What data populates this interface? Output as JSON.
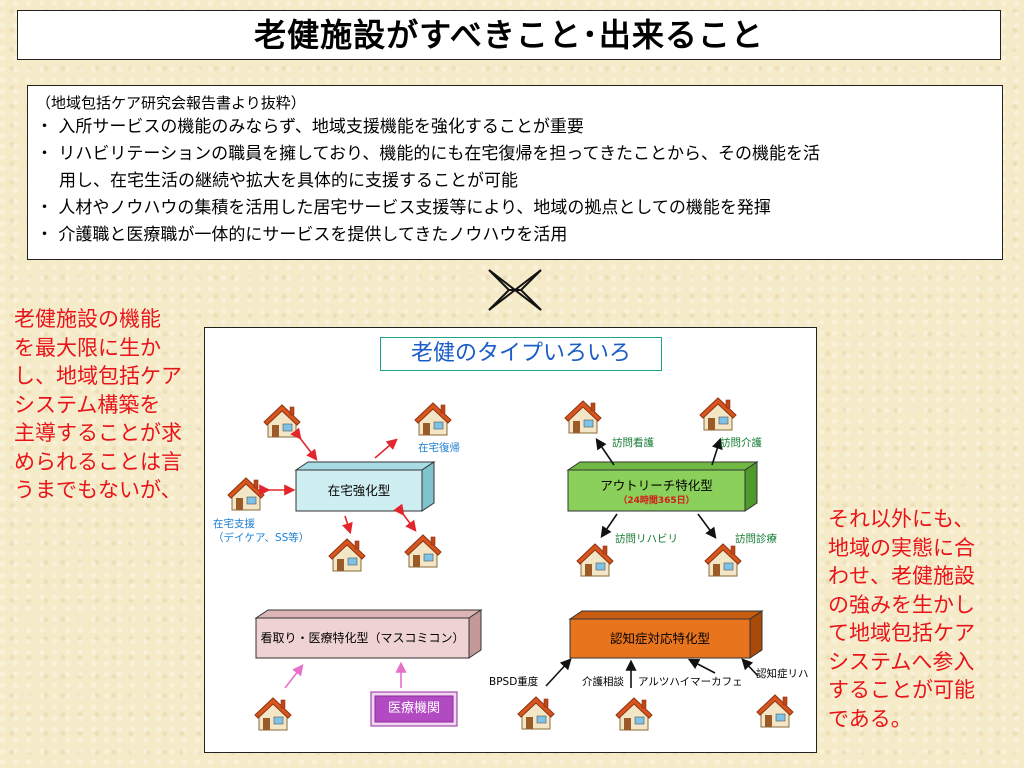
{
  "title": "老健施設がすべきこと･出来ること",
  "excerpt": {
    "source": "（地域包括ケア研究会報告書より抜粋）",
    "bullets": [
      "・ 入所サービスの機能のみならず、地域支援機能を強化することが重要",
      "・  リハビリテーションの職員を擁しており、機能的にも在宅復帰を担ってきたことから、その機能を活",
      "用し、在宅生活の継続や拡大を具体的に支援することが可能",
      "・  人材やノウハウの集積を活用した居宅サービス支援等により、地域の拠点としての機能を発揮",
      "・  介護職と医療職が一体的にサービスを提供してきたノウハウを活用"
    ]
  },
  "cross_icon": "cross-multiply-icon",
  "left_note": [
    "老健施設の機能",
    "を最大限に生か",
    "し、地域包括ケア",
    "システム構築を",
    "主導することが求",
    "められることは言",
    "うまでもないが、"
  ],
  "right_note": [
    "それ以外にも、",
    "地域の実態に合",
    "わせ、老健施設",
    "の強みを生かし",
    "て地域包括ケア",
    "システムへ参入",
    "することが可能",
    "である。"
  ],
  "panel": {
    "title": "老健のタイプいろいろ",
    "boxes": {
      "home_focus": "在宅強化型",
      "outreach": "アウトリーチ特化型",
      "outreach_sub": "（24時間365日）",
      "medical": "看取り・医療特化型（マスコミコン）",
      "dementia": "認知症対応特化型",
      "hospital": "医療機関"
    },
    "labels": {
      "home_return": "在宅復帰",
      "home_support_1": "在宅支援",
      "home_support_2": "（デイケア、SS等）",
      "visit_nursing": "訪問看護",
      "visit_care": "訪問介護",
      "visit_rehab": "訪問リハビリ",
      "visit_medical": "訪問診療",
      "bpsd": "BPSD重度",
      "care_consult": "介護相談",
      "alzheimer_cafe": "アルツハイマーカフェ",
      "dementia_rehab": "認知症リハ"
    },
    "colors": {
      "home_focus": "#cfeef2",
      "outreach": "#8bd05a",
      "medical": "#efd2d2",
      "dementia": "#e8741e",
      "hospital": "#b24bc3",
      "red_arrow": "#e2262c",
      "pink_arrow": "#e870c8"
    }
  }
}
